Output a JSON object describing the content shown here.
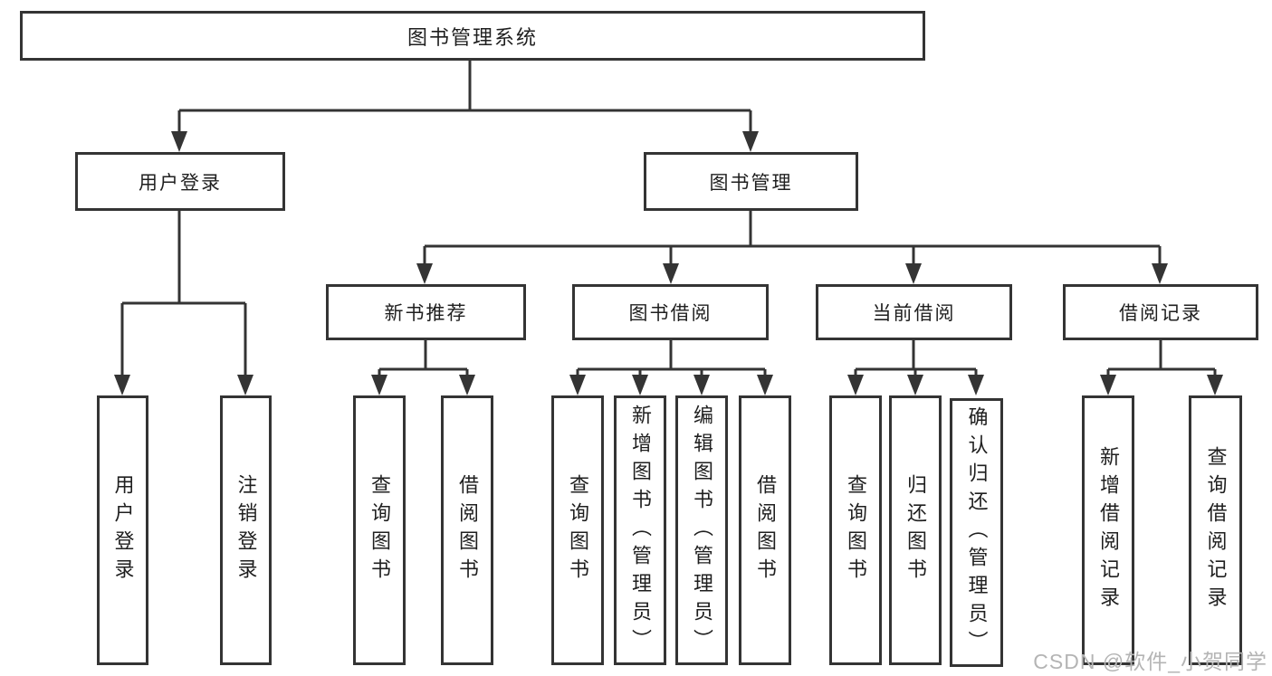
{
  "tree": {
    "label": "图书管理系统",
    "children": [
      {
        "label": "用户登录",
        "children": [
          {
            "label": "用户登录"
          },
          {
            "label": "注销登录"
          }
        ]
      },
      {
        "label": "图书管理",
        "children": [
          {
            "label": "新书推荐",
            "children": [
              {
                "label": "查询图书"
              },
              {
                "label": "借阅图书"
              }
            ]
          },
          {
            "label": "图书借阅",
            "children": [
              {
                "label": "查询图书"
              },
              {
                "label": "新增图书（管理员）"
              },
              {
                "label": "编辑图书（管理员）"
              },
              {
                "label": "借阅图书"
              }
            ]
          },
          {
            "label": "当前借阅",
            "children": [
              {
                "label": "查询图书"
              },
              {
                "label": "归还图书"
              },
              {
                "label": "确认归还（管理员）"
              }
            ]
          },
          {
            "label": "借阅记录",
            "children": [
              {
                "label": "新增借阅记录"
              },
              {
                "label": "查询借阅记录"
              }
            ]
          }
        ]
      }
    ]
  },
  "watermark": "CSDN @软件_小贺同学",
  "colors": {
    "line": "#343434",
    "text": "#1f1f1f",
    "watermark": "#b4b4b4",
    "background": "#ffffff"
  }
}
